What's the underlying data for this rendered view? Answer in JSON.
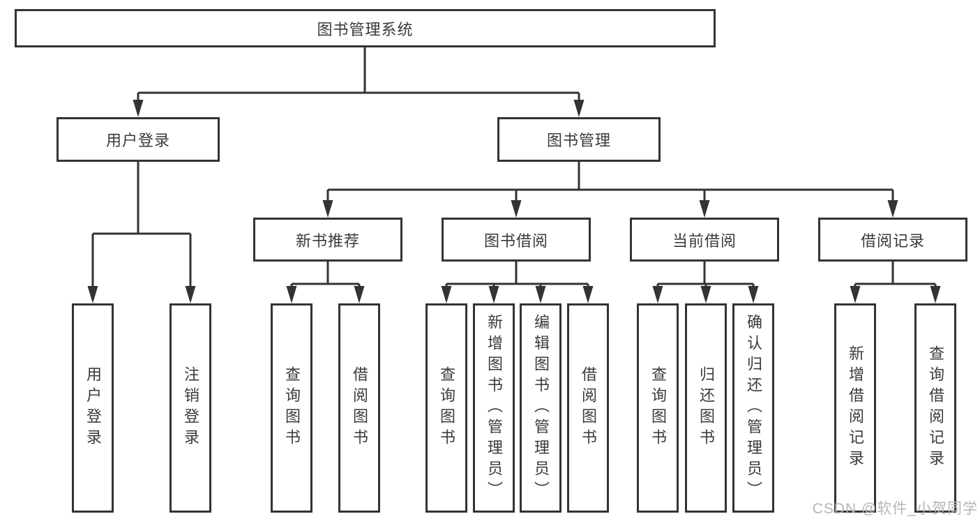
{
  "diagram": {
    "type": "tree-structure-chart",
    "colors": {
      "line": "#333333",
      "box_fill": "#ffffff",
      "text": "#3a3a3a",
      "watermark": "#b5b5b5"
    },
    "tree": {
      "root": {
        "label": "图书管理系统"
      },
      "branches": [
        {
          "label": "用户登录",
          "children": [
            {
              "label": "用户登录"
            },
            {
              "label": "注销登录"
            }
          ]
        },
        {
          "label": "图书管理",
          "children": [
            {
              "label": "新书推荐",
              "children": [
                {
                  "label": "查询图书"
                },
                {
                  "label": "借阅图书"
                }
              ]
            },
            {
              "label": "图书借阅",
              "children": [
                {
                  "label": "查询图书"
                },
                {
                  "label": "新增图书（管理员）"
                },
                {
                  "label": "编辑图书（管理员）"
                },
                {
                  "label": "借阅图书"
                }
              ]
            },
            {
              "label": "当前借阅",
              "children": [
                {
                  "label": "查询图书"
                },
                {
                  "label": "归还图书"
                },
                {
                  "label": "确认归还（管理员）"
                }
              ]
            },
            {
              "label": "借阅记录",
              "children": [
                {
                  "label": "新增借阅记录"
                },
                {
                  "label": "查询借阅记录"
                }
              ]
            }
          ]
        }
      ]
    },
    "watermark": {
      "text": "CSDN @软件_小贺同学"
    }
  }
}
